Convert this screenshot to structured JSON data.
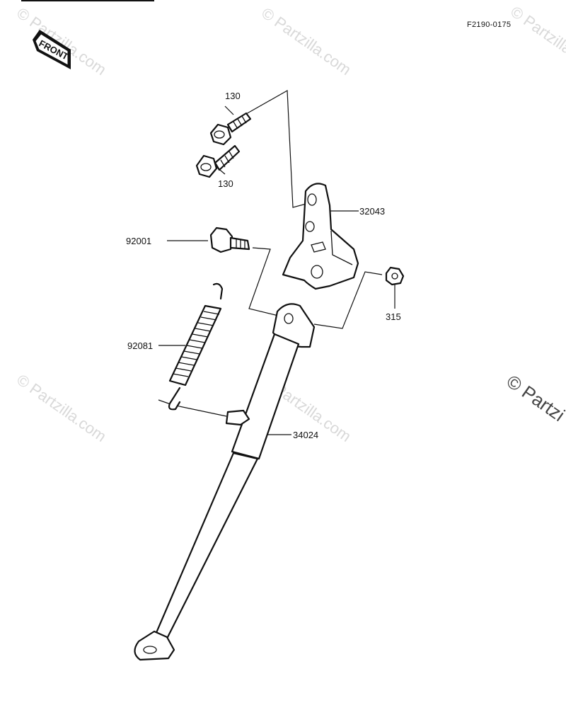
{
  "diagram_code": "F2190-0175",
  "front_label": "FRONT",
  "watermark": "© Partzilla.com",
  "watermark_partial": "© Partzi",
  "parts": [
    {
      "number": "130"
    },
    {
      "number": "130"
    },
    {
      "number": "32043"
    },
    {
      "number": "92001"
    },
    {
      "number": "315"
    },
    {
      "number": "92081"
    },
    {
      "number": "34024"
    }
  ]
}
